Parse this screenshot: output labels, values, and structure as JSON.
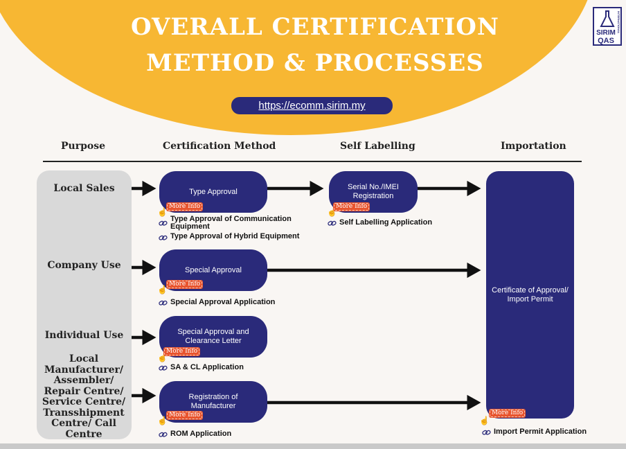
{
  "header": {
    "title_line1": "OVERALL CERTIFICATION",
    "title_line2": "METHOD & PROCESSES",
    "url": "https://ecomm.sirim.my",
    "logo_line1": "SIRIM",
    "logo_line2": "QAS",
    "logo_side": "INTERNATIONAL"
  },
  "columns": {
    "purpose": "Purpose",
    "certification_method": "Certification Method",
    "self_labelling": "Self Labelling",
    "importation": "Importation"
  },
  "purposes": {
    "local_sales": "Local Sales",
    "company_use": "Company Use",
    "individual_use": "Individual Use",
    "local_manufacturer": "Local Manufacturer/ Assembler/ Repair Centre/ Service Centre/ Transshipment Centre/ Call Centre"
  },
  "methods": {
    "type_approval": "Type Approval",
    "special_approval": "Special Approval",
    "sa_cl_line1": "Special Approval and",
    "sa_cl_line2": "Clearance Letter",
    "rom_line1": "Registration of",
    "rom_line2": "Manufacturer"
  },
  "self_labelling": {
    "serial_line1": "Serial No./IMEI",
    "serial_line2": "Registration"
  },
  "importation": {
    "certificate": "Certificate of Approval/ Import Permit"
  },
  "more_info": "More Info",
  "links": {
    "type_approval_comm_line1": "Type Approval of Communication",
    "type_approval_comm_line2": "Equipment",
    "type_approval_hybrid": "Type Approval of Hybrid Equipment",
    "self_labelling_app": "Self Labelling Application",
    "special_approval_app": "Special Approval Application",
    "sa_cl_app": "SA & CL Application",
    "rom_app": "ROM Application",
    "import_permit_app": "Import Permit Application"
  },
  "colors": {
    "accent_yellow": "#f7b733",
    "navy": "#2a2a7a",
    "more_info_red": "#e8542e",
    "panel_grey": "#d9d9d9"
  }
}
